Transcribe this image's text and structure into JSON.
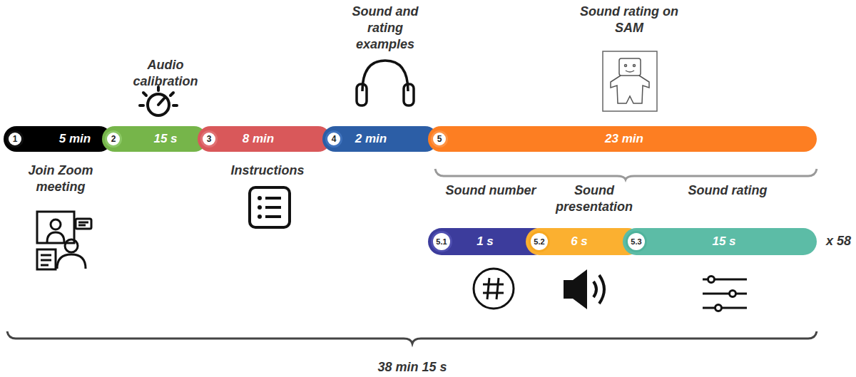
{
  "diagram": {
    "nodes": [
      {
        "text": [
          "1",
          "5 min",
          "Join Zoom meeting"
        ]
      },
      {
        "text": [
          "2",
          "15 s",
          "Audio calibration"
        ]
      },
      {
        "text": [
          "3",
          "8 min",
          "Instructions"
        ]
      },
      {
        "text": [
          "4",
          "2 min",
          "Sound and rating examples"
        ]
      },
      {
        "text": [
          "5",
          "23 min",
          "Sound rating on SAM"
        ]
      },
      {
        "text": [
          "5.1",
          "1 s",
          "Sound number"
        ]
      },
      {
        "text": [
          "5.2",
          "6 s",
          "Sound presentation"
        ]
      },
      {
        "text": [
          "5.3",
          "15 s",
          "Sound rating"
        ]
      }
    ],
    "labels": [
      "x 58",
      "38 min 15 s"
    ]
  }
}
